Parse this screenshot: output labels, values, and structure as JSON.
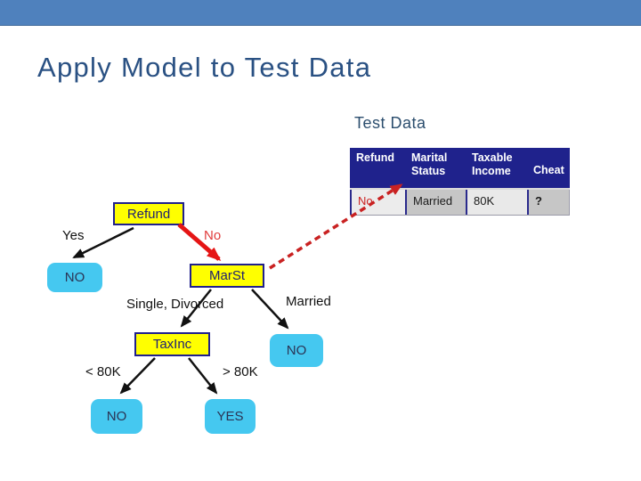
{
  "slide": {
    "title": "Apply Model to Test Data",
    "section_label": "Test Data"
  },
  "colors": {
    "top_bar": "#4F81BD",
    "title_text": "#2A5183",
    "table_header_bg": "#1F228C",
    "table_row_light": "#ECECEC",
    "table_row_dark": "#C6C6C6",
    "node_fill": "#FFFF00",
    "node_border": "#20208C",
    "leaf_fill": "#45C8F0",
    "path_highlight_red": "#E51515",
    "dashed_trace_red": "#C92222"
  },
  "test_table": {
    "columns": [
      {
        "line1": "Refund",
        "line2": ""
      },
      {
        "line1": "Marital",
        "line2": "Status"
      },
      {
        "line1": "Taxable",
        "line2": "Income"
      },
      {
        "line1": "Cheat",
        "line2": ""
      }
    ],
    "row": {
      "refund": "No",
      "marital_status": "Married",
      "taxable_income": "80K",
      "cheat": "?"
    }
  },
  "tree": {
    "nodes": {
      "root": "Refund",
      "marst": "MarSt",
      "taxinc": "TaxInc"
    },
    "leaves": {
      "refund_yes": "NO",
      "marst_married": "NO",
      "taxinc_low": "NO",
      "taxinc_high": "YES"
    },
    "branches": {
      "yes": "Yes",
      "no": "No",
      "single_divorced": "Single, Divorced",
      "married": "Married",
      "below_80k": "< 80K",
      "above_80k": "> 80K"
    }
  }
}
